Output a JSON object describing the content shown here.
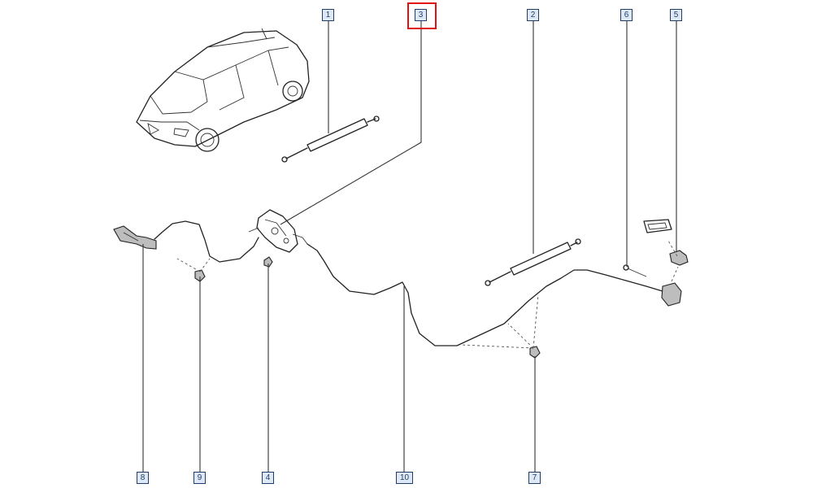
{
  "callouts": {
    "c1": "1",
    "c2": "2",
    "c3": "3",
    "c4": "4",
    "c5": "5",
    "c6": "6",
    "c7": "7",
    "c8": "8",
    "c9": "9",
    "c10": "10"
  },
  "colors": {
    "highlight": "#e01010",
    "callout_border": "#1f3e6e",
    "callout_fill": "#dfe9f5"
  },
  "selected_callout": "3"
}
